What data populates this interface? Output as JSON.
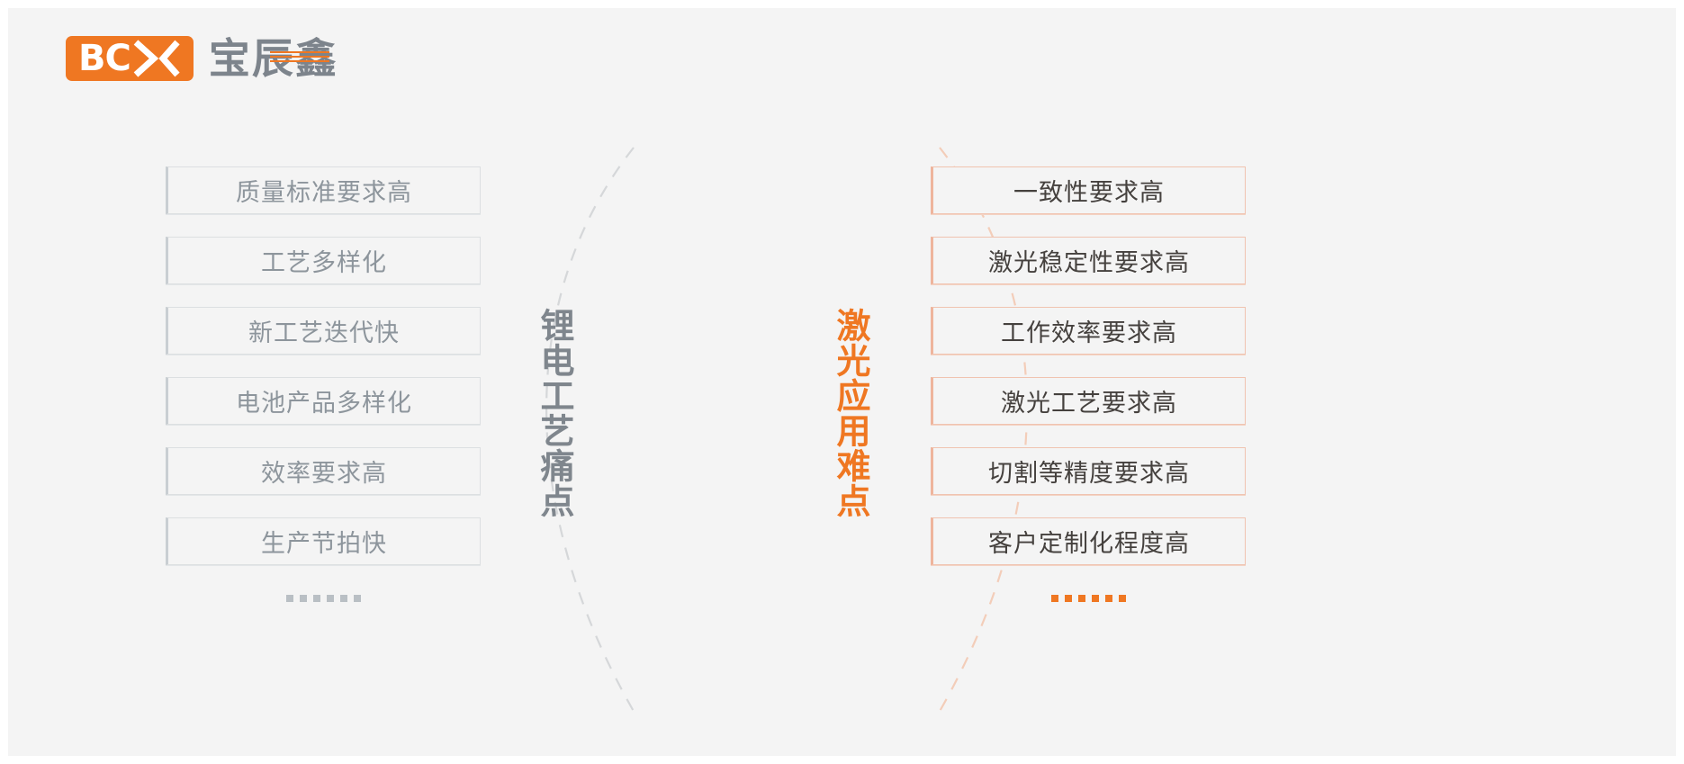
{
  "brand": {
    "badge_text": "BCX",
    "badge_mark": "BC",
    "chevron_icon": "double-chevron-icon",
    "chinese_name": "宝辰鑫",
    "accent_color": "#ef7722",
    "grey_color": "#7d848c"
  },
  "left_panel": {
    "vertical_label": "锂电工艺痛点",
    "label_color": "#7f868d",
    "border_color": "#dcdfe1",
    "text_color": "#8d959c",
    "items": [
      {
        "label": "质量标准要求高"
      },
      {
        "label": "工艺多样化"
      },
      {
        "label": "新工艺迭代快"
      },
      {
        "label": "电池产品多样化"
      },
      {
        "label": "效率要求高"
      },
      {
        "label": "生产节拍快"
      }
    ],
    "ellipsis": {
      "name": "more-dots",
      "count": 6,
      "color": "#b9bfc4"
    }
  },
  "right_panel": {
    "vertical_label": "激光应用难点",
    "label_color": "#ef7722",
    "border_color": "#f0c3b0",
    "text_color": "#45413e",
    "items": [
      {
        "label": "一致性要求高"
      },
      {
        "label": "激光稳定性要求高"
      },
      {
        "label": "工作效率要求高"
      },
      {
        "label": "激光工艺要求高"
      },
      {
        "label": "切割等精度要求高"
      },
      {
        "label": "客户定制化程度高"
      }
    ],
    "ellipsis": {
      "name": "more-dots",
      "count": 6,
      "color": "#ef7722"
    }
  },
  "decor": {
    "left_arc": {
      "name": "dashed-arc-left",
      "color": "#d5d7d9"
    },
    "right_arc": {
      "name": "dashed-arc-right",
      "color": "#f3cdb9"
    },
    "background_color": "#f4f4f4"
  }
}
